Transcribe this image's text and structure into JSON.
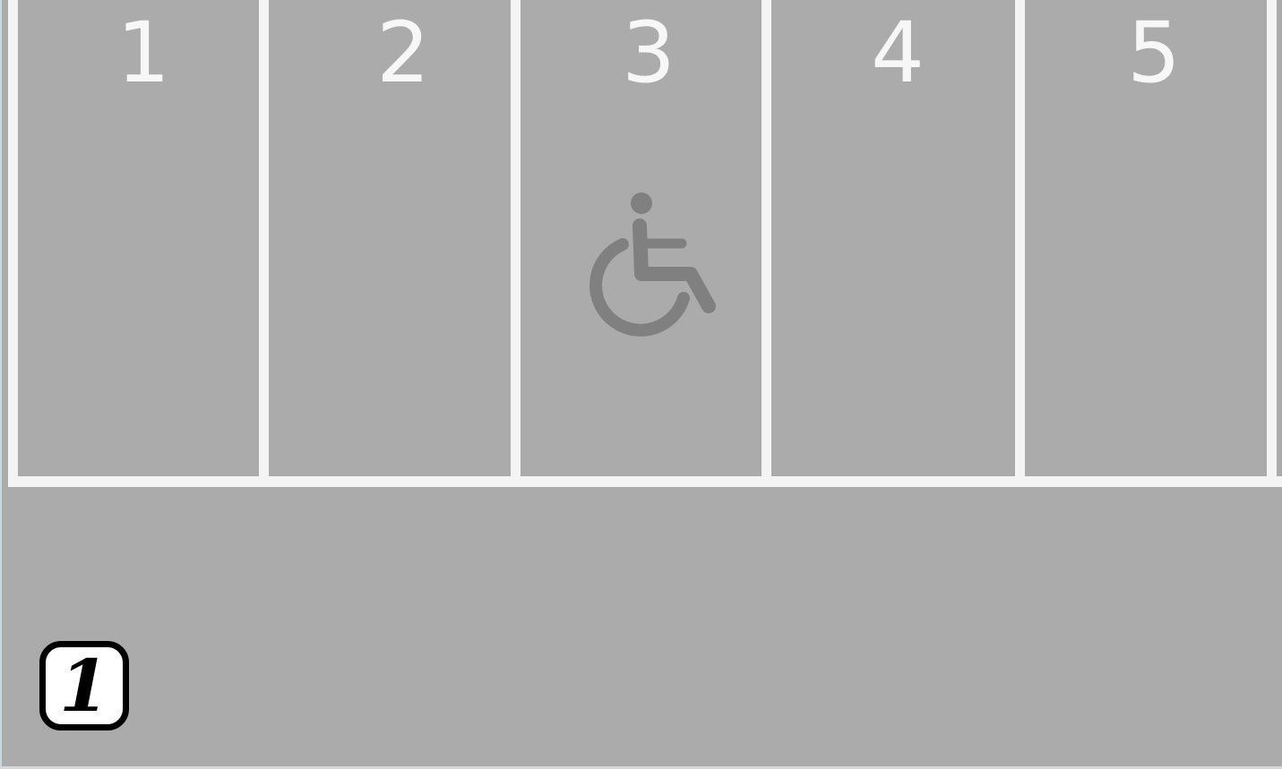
{
  "stalls": [
    {
      "number": "1"
    },
    {
      "number": "2"
    },
    {
      "number": "3",
      "accessible": true
    },
    {
      "number": "4"
    },
    {
      "number": "5"
    }
  ],
  "accessible_icon": "wheelchair-icon",
  "level_badge": {
    "text": "1"
  },
  "colors": {
    "pavement": "#ababab",
    "line_paint": "#f4f4f4",
    "stall_number": "#f7f7f7",
    "accessibility_symbol": "#808080",
    "badge_border": "#000000",
    "badge_fill": "#ffffff"
  }
}
